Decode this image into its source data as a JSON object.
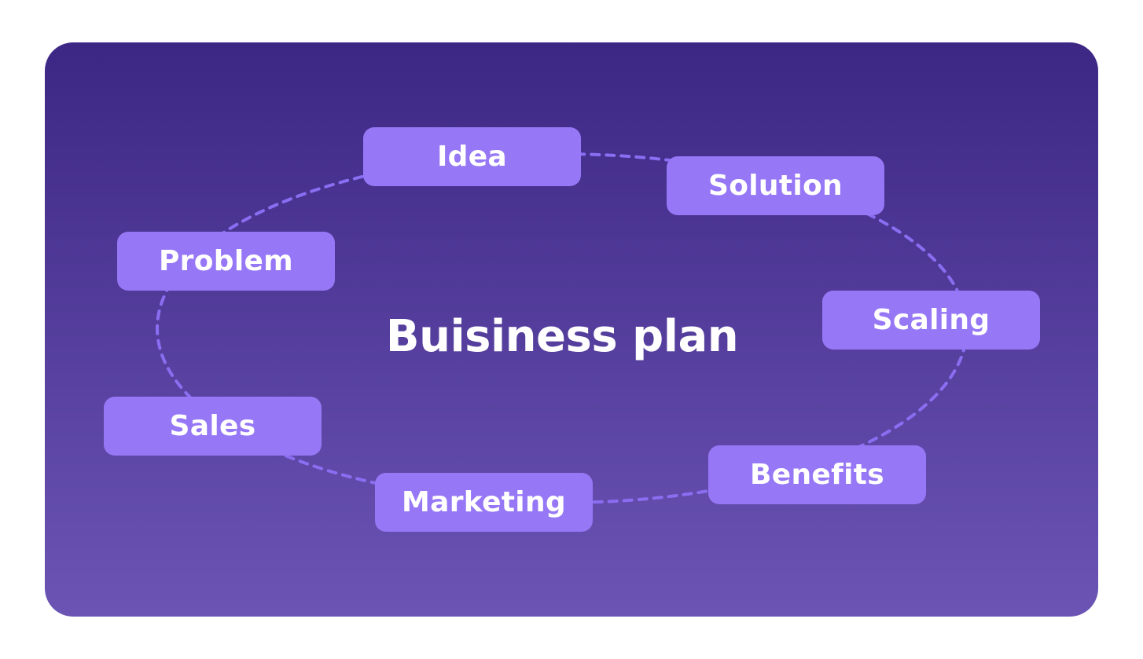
{
  "diagram": {
    "title": "Buisiness plan",
    "colors": {
      "card_top": "#3d2784",
      "card_bottom": "#6b54b4",
      "node_fill": "#9677f6",
      "connector": "#8a6ef2",
      "text": "#ffffff"
    },
    "nodes": [
      {
        "id": "idea",
        "label": "Idea"
      },
      {
        "id": "solution",
        "label": "Solution"
      },
      {
        "id": "scaling",
        "label": "Scaling"
      },
      {
        "id": "benefits",
        "label": "Benefits"
      },
      {
        "id": "marketing",
        "label": "Marketing"
      },
      {
        "id": "sales",
        "label": "Sales"
      },
      {
        "id": "problem",
        "label": "Problem"
      }
    ]
  }
}
